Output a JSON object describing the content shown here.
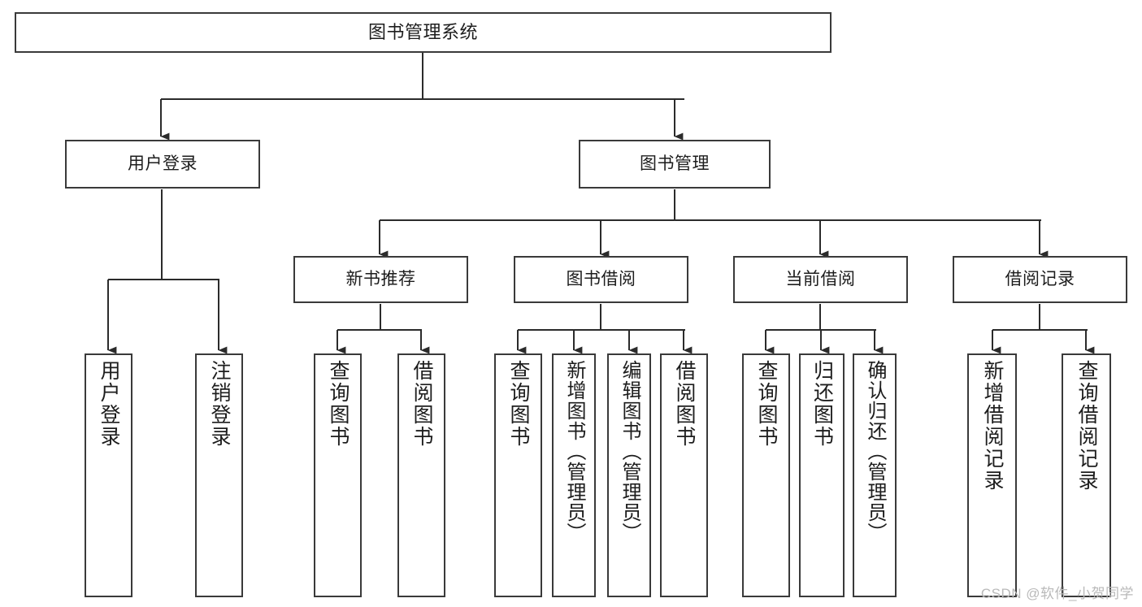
{
  "diagram": {
    "title": "图书管理系统",
    "type": "tree-hierarchy-chart",
    "watermark": "CSDN @软件_小贺同学",
    "colors": {
      "background": "#ffffff",
      "node_border": "#3a3a3a",
      "node_fill": "#ffffff",
      "connector": "#2b2b2b",
      "text": "#1d1d1d",
      "watermark": "#b9b9b9"
    },
    "levels": {
      "root": "图书管理系统",
      "level2": [
        "用户登录",
        "图书管理"
      ],
      "level3": [
        "新书推荐",
        "图书借阅",
        "当前借阅",
        "借阅记录"
      ]
    },
    "nodes": {
      "root": {
        "label": "图书管理系统"
      },
      "user_login": {
        "label": "用户登录"
      },
      "book_manage": {
        "label": "图书管理"
      },
      "new_book_rec": {
        "label": "新书推荐"
      },
      "book_borrow": {
        "label": "图书借阅"
      },
      "current_borrow": {
        "label": "当前借阅"
      },
      "borrow_record": {
        "label": "借阅记录"
      },
      "leaf_user_login": {
        "label": "用户登录"
      },
      "leaf_logout": {
        "label": "注销登录"
      },
      "leaf_query_book_a": {
        "label": "查询图书"
      },
      "leaf_borrow_book_a": {
        "label": "借阅图书"
      },
      "leaf_query_book_b": {
        "label": "查询图书"
      },
      "leaf_add_book": {
        "label": "新增图书（管理员）"
      },
      "leaf_edit_book": {
        "label": "编辑图书（管理员）"
      },
      "leaf_borrow_book_b": {
        "label": "借阅图书"
      },
      "leaf_query_book_c": {
        "label": "查询图书"
      },
      "leaf_return_book": {
        "label": "归还图书"
      },
      "leaf_confirm_return": {
        "label": "确认归还（管理员）"
      },
      "leaf_add_record": {
        "label": "新增借阅记录"
      },
      "leaf_query_record": {
        "label": "查询借阅记录"
      }
    },
    "edges": [
      {
        "from": "图书管理系统",
        "to": "用户登录"
      },
      {
        "from": "图书管理系统",
        "to": "图书管理"
      },
      {
        "from": "用户登录",
        "to": "用户登录"
      },
      {
        "from": "用户登录",
        "to": "注销登录"
      },
      {
        "from": "图书管理",
        "to": "新书推荐"
      },
      {
        "from": "图书管理",
        "to": "图书借阅"
      },
      {
        "from": "图书管理",
        "to": "当前借阅"
      },
      {
        "from": "图书管理",
        "to": "借阅记录"
      },
      {
        "from": "新书推荐",
        "to": "查询图书"
      },
      {
        "from": "新书推荐",
        "to": "借阅图书"
      },
      {
        "from": "图书借阅",
        "to": "查询图书"
      },
      {
        "from": "图书借阅",
        "to": "新增图书（管理员）"
      },
      {
        "from": "图书借阅",
        "to": "编辑图书（管理员）"
      },
      {
        "from": "图书借阅",
        "to": "借阅图书"
      },
      {
        "from": "当前借阅",
        "to": "查询图书"
      },
      {
        "from": "当前借阅",
        "to": "归还图书"
      },
      {
        "from": "当前借阅",
        "to": "确认归还（管理员）"
      },
      {
        "from": "借阅记录",
        "to": "新增借阅记录"
      },
      {
        "from": "借阅记录",
        "to": "查询借阅记录"
      }
    ]
  }
}
